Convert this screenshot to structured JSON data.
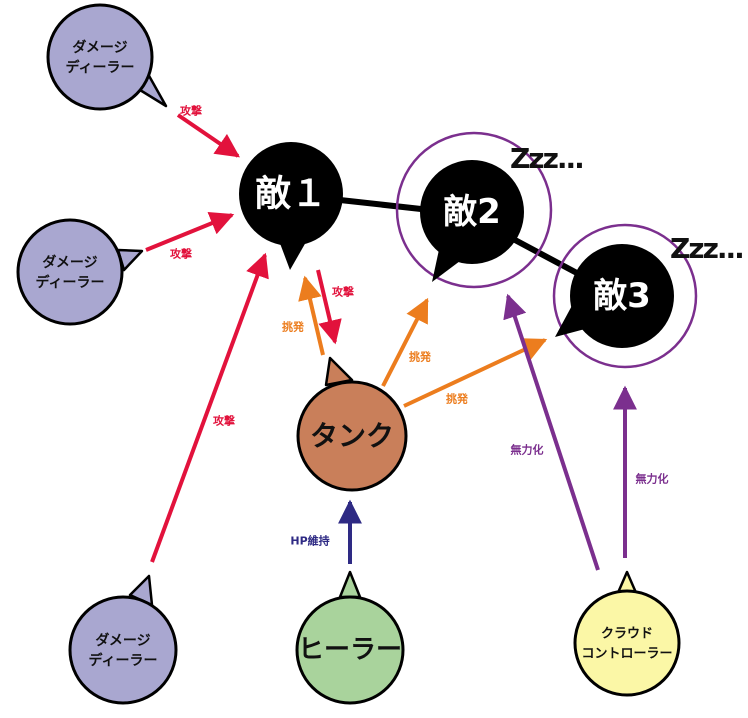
{
  "colors": {
    "attack": "#e2123c",
    "provoke": "#ec7d1e",
    "heal": "#2e2a84",
    "disable": "#7b2f8e",
    "enemy": "#000000",
    "dps": "#a9a7d0",
    "tank": "#c97f5a",
    "healer": "#a9d39c",
    "cc": "#fbf7a6",
    "sleep_ring": "#7b2f8e"
  },
  "nodes": {
    "dps1": {
      "label_lines": [
        "ダメージ",
        "ディーラー"
      ]
    },
    "dps2": {
      "label_lines": [
        "ダメージ",
        "ディーラー"
      ]
    },
    "dps3": {
      "label_lines": [
        "ダメージ",
        "ディーラー"
      ]
    },
    "enemy1": {
      "label": "敵１"
    },
    "enemy2": {
      "label": "敵2",
      "status": "Zzz..."
    },
    "enemy3": {
      "label": "敵3",
      "status": "Zzz..."
    },
    "tank": {
      "label": "タンク"
    },
    "healer": {
      "label": "ヒーラー"
    },
    "cc": {
      "label_lines": [
        "クラウド",
        "コントローラー"
      ]
    }
  },
  "edges": [
    {
      "id": "dps1-attack",
      "from": "dps1",
      "to": "enemy1",
      "label": "攻撃",
      "kind": "attack"
    },
    {
      "id": "dps2-attack",
      "from": "dps2",
      "to": "enemy1",
      "label": "攻撃",
      "kind": "attack"
    },
    {
      "id": "dps3-attack",
      "from": "dps3",
      "to": "enemy1",
      "label": "攻撃",
      "kind": "attack"
    },
    {
      "id": "enemy1-attack",
      "from": "enemy1",
      "to": "tank",
      "label": "攻撃",
      "kind": "attack"
    },
    {
      "id": "tank-provoke1",
      "from": "tank",
      "to": "enemy1",
      "label": "挑発",
      "kind": "provoke"
    },
    {
      "id": "tank-provoke2",
      "from": "tank",
      "to": "enemy2",
      "label": "挑発",
      "kind": "provoke"
    },
    {
      "id": "tank-provoke3",
      "from": "tank",
      "to": "enemy3",
      "label": "挑発",
      "kind": "provoke"
    },
    {
      "id": "healer-heal",
      "from": "healer",
      "to": "tank",
      "label": "HP維持",
      "kind": "heal"
    },
    {
      "id": "cc-disable2",
      "from": "cc",
      "to": "enemy2",
      "label": "無力化",
      "kind": "disable"
    },
    {
      "id": "cc-disable3",
      "from": "cc",
      "to": "enemy3",
      "label": "無力化",
      "kind": "disable"
    }
  ],
  "links": [
    {
      "from": "enemy1",
      "to": "enemy2"
    },
    {
      "from": "enemy2",
      "to": "enemy3"
    }
  ]
}
